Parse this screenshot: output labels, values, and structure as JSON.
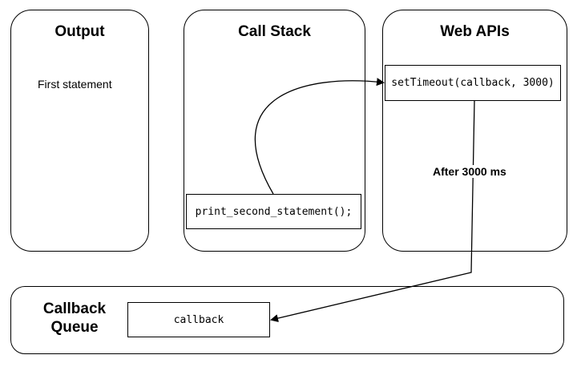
{
  "output": {
    "title": "Output",
    "lines": [
      "First statement"
    ]
  },
  "call_stack": {
    "title": "Call Stack",
    "frame": "print_second_statement();"
  },
  "web_apis": {
    "title": "Web APIs",
    "timer": "setTimeout(callback, 3000)"
  },
  "callback_queue": {
    "title_line1": "Callback",
    "title_line2": "Queue",
    "item": "callback"
  },
  "edge_label": "After 3000 ms"
}
